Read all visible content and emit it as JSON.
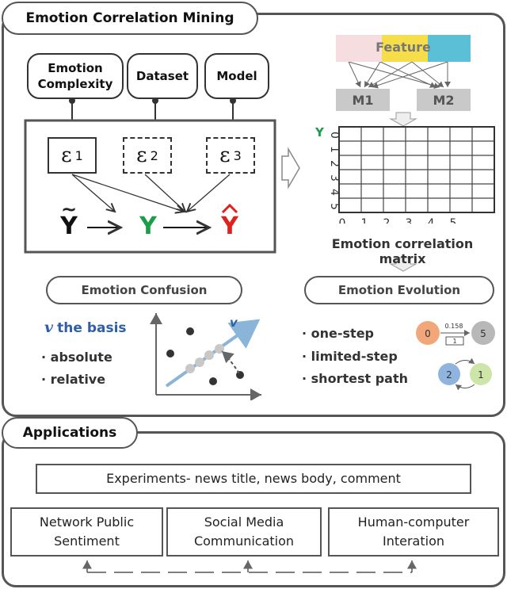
{
  "mining": {
    "title": "Emotion Correlation Mining",
    "sources": [
      "Emotion\nComplexity",
      "Dataset",
      "Model"
    ],
    "epsilon_symbol": "ε",
    "epsilons": [
      "1",
      "2",
      "3"
    ],
    "y_tilde": "Y",
    "y": "Y",
    "y_hat": "Y"
  },
  "feature": {
    "label": "Feature",
    "models": [
      "M1",
      "M2"
    ],
    "colors": [
      "#f6dde0",
      "#f5de4a",
      "#5bc0d6"
    ]
  },
  "matrix": {
    "y_axis_label": "Y",
    "x_axis_label": "Y",
    "row_labels": [
      "0",
      "1",
      "2",
      "3",
      "4",
      "5"
    ],
    "col_labels": [
      "0",
      "1",
      "2",
      "3",
      "4",
      "5"
    ],
    "caption": "Emotion correlation matrix"
  },
  "confusion": {
    "title": "Emotion Confusion",
    "basis_symbol": "v",
    "basis_text": "the basis",
    "items": [
      "· absolute",
      "· relative"
    ],
    "vector_label": "v"
  },
  "evolution": {
    "title": "Emotion Evolution",
    "items": [
      "· one-step",
      "· limited-step",
      "· shortest path"
    ],
    "graph": {
      "node_a": "0",
      "node_b": "5",
      "edge_value": "0.158",
      "edge_step": "1",
      "node_c": "2",
      "node_d": "1"
    }
  },
  "applications": {
    "title": "Applications",
    "experiments": "Experiments- news title, news body, comment",
    "boxes": [
      "Network Public\nSentiment",
      "Social Media\nCommunication",
      "Human-computer\nInteration"
    ]
  },
  "colors": {
    "green": "#1a9e4a",
    "red": "#e0201c",
    "arrow_blue": "#8ab4d8",
    "node_orange": "#f2a77a",
    "node_gray": "#b8b8b8",
    "node_blue": "#8fb4de",
    "node_green": "#cde6a8"
  }
}
